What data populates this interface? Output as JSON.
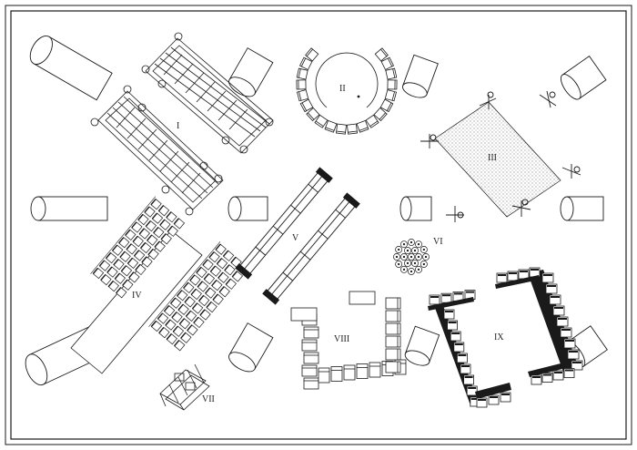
{
  "labels": {
    "i": "I",
    "ii": "II",
    "iii": "III",
    "iv": "IV",
    "v": "V",
    "vi": "VI",
    "vii": "VII",
    "viii": "VIII",
    "ix": "IX"
  },
  "colors": {
    "ink": "#1a1a1a",
    "paper": "#ffffff",
    "dots": "#555555"
  }
}
